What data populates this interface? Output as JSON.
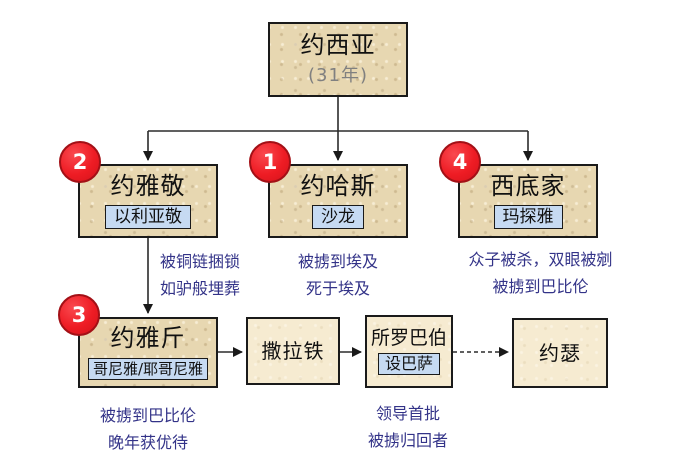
{
  "nodes": {
    "josiah": {
      "title": "约西亚",
      "years": "(31年)"
    },
    "jehoiakim": {
      "badge": "2",
      "title": "约雅敬",
      "alt": "以利亚敬",
      "note1": "被铜链捆锁",
      "note2": "如驴般埋葬"
    },
    "jehoahaz": {
      "badge": "1",
      "title": "约哈斯",
      "alt": "沙龙",
      "note1": "被掳到埃及",
      "note2": "死于埃及"
    },
    "zedekiah": {
      "badge": "4",
      "title": "西底家",
      "alt": "玛探雅",
      "note1": "众子被杀，双眼被剜",
      "note2": "被掳到巴比伦"
    },
    "jehoiachin": {
      "badge": "3",
      "title": "约雅斤",
      "alt": "哥尼雅/耶哥尼雅",
      "note1": "被掳到巴比伦",
      "note2": "晚年获优待"
    },
    "shealtiel": {
      "title": "撒拉铁"
    },
    "zerubbabel": {
      "title": "所罗巴伯",
      "alt": "设巴萨",
      "note1": "领导首批",
      "note2": "被掳归回者"
    },
    "joseph": {
      "title": "约瑟"
    }
  },
  "colors": {
    "badge_red": "#ee1c24",
    "badge_border": "#a31016",
    "box_fill_tan": "#e7d7b1",
    "box_fill_cream": "#f6ebd1",
    "box_border": "#1a1a1a",
    "alt_label_blue": "#c6daf2",
    "note_text_blue": "#333388",
    "years_gray": "#808080",
    "connector": "#2b2b2b"
  }
}
